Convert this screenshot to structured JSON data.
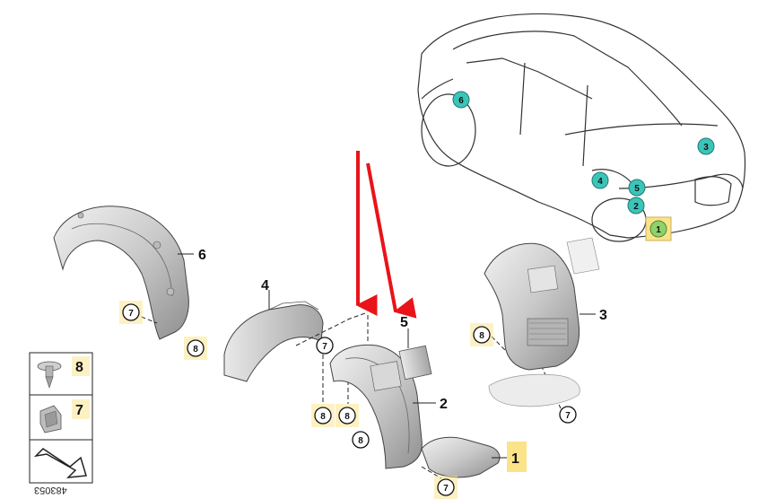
{
  "diagram": {
    "car_callouts": [
      "6",
      "3",
      "4",
      "5",
      "2",
      "1"
    ],
    "part_labels": {
      "p1": "1",
      "p2": "2",
      "p3": "3",
      "p4": "4",
      "p5": "5",
      "p6": "6"
    },
    "fastener_callouts": {
      "c7a": "7",
      "c8a": "8",
      "c7b": "7",
      "c8b": "8",
      "c8c": "8",
      "c8d": "8",
      "c7c": "7",
      "c8e": "8",
      "c7d": "7"
    },
    "legend": {
      "item8": "8",
      "item7": "7"
    },
    "reference_number": "483053",
    "colors": {
      "teal_callout": "#3cc4b8",
      "green_callout": "#8fd16a",
      "highlight": "#fbe38a",
      "arrow": "#e8141a",
      "part_fill": "#dcdcdc"
    }
  }
}
